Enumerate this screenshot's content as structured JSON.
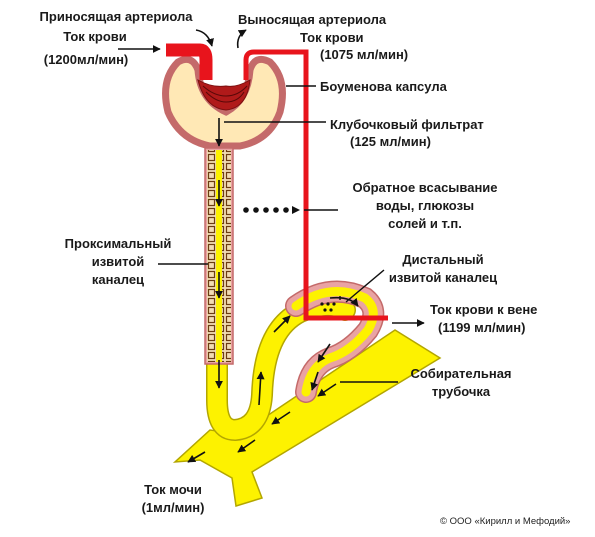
{
  "labels": {
    "afferent_line1": "Приносящая артериола",
    "afferent_line2": "Ток крови",
    "afferent_line3": "(1200мл/мин)",
    "efferent_line1": "Выносящая артериола",
    "efferent_line2": "Ток крови",
    "efferent_line3": "(1075 мл/мин)",
    "bowman": "Боуменова капсула",
    "filtrate_line1": "Клубочковый фильтрат",
    "filtrate_line2": "(125 мл/мин)",
    "reabs_line1": "Обратное всасывание",
    "reabs_line2": "воды, глюкозы",
    "reabs_line3": "солей и т.п.",
    "proximal_line1": "Проксимальный",
    "proximal_line2": "извитой",
    "proximal_line3": "каналец",
    "distal_line1": "Дистальный",
    "distal_line2": "извитой каналец",
    "vein_line1": "Ток крови к вене",
    "vein_line2": "(1199 мл/мин)",
    "collecting_line1": "Собирательная",
    "collecting_line2": "трубочка",
    "urine_line1": "Ток мочи",
    "urine_line2": "(1мл/мин)",
    "copyright": "© ООО «Кирилл и Мефодий»"
  },
  "colors": {
    "vessel": "#e8141c",
    "tubule_wall": "#e9a3a3",
    "tubule_fill": "#ffe8b5",
    "urine_path": "#fdf200",
    "glomerulus": "#b01a1a",
    "proximal_cells": "#f2dcb4",
    "cell_dot": "#6b3c12",
    "pointer": "#111111"
  },
  "icons": [
    "arrow-right-icon",
    "arrow-down-icon",
    "curved-arrow-icon"
  ]
}
